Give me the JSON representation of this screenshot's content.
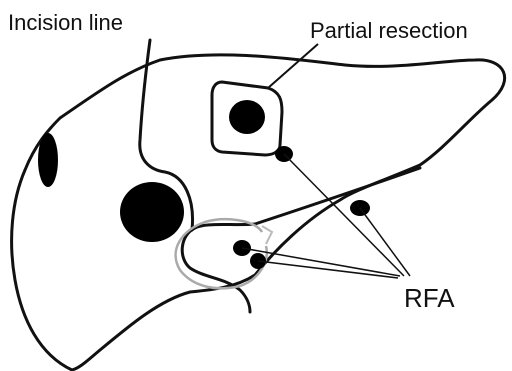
{
  "labels": {
    "incision_line": "Incision line",
    "partial_resection": "Partial resection",
    "rfa": "RFA"
  },
  "colors": {
    "outline": "#111111",
    "lesion": "#000000",
    "resection_margin": "#aaaaaa",
    "background": "#ffffff"
  }
}
